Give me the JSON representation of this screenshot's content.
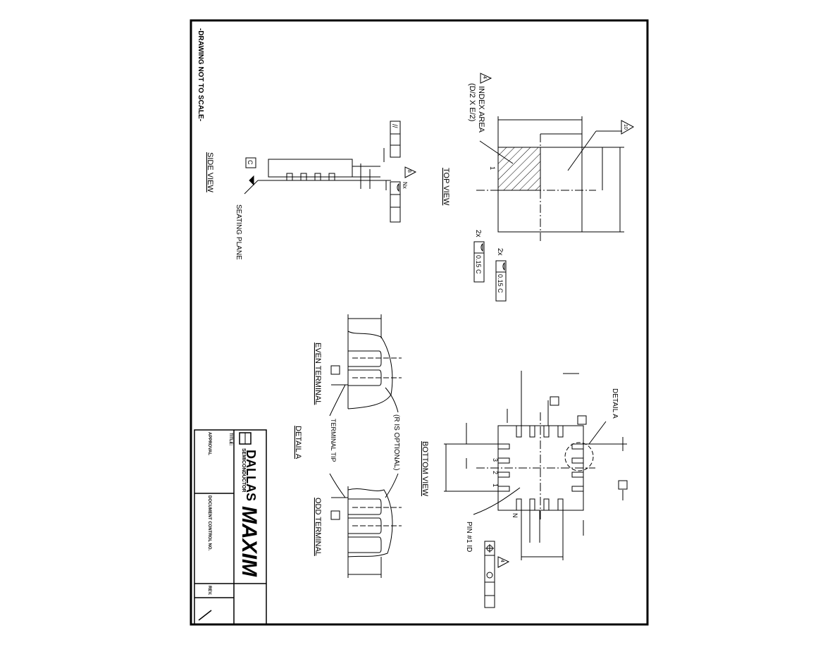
{
  "notes": {
    "scale_note": "-DRAWING NOT TO SCALE-"
  },
  "views": {
    "top": "TOP VIEW",
    "side": "SIDE VIEW",
    "bottom": "BOTTOM VIEW",
    "detail": "DETAIL A"
  },
  "top_view": {
    "index_note_flag": "4",
    "index_area_label": "INDEX AREA",
    "index_area_formula": "(D/2 X E/2)",
    "flag_10": "10",
    "pin1_label": "1",
    "tol_1_count": "2x",
    "tol_1_value": "0.15 C",
    "tol_2_count": "2x",
    "tol_2_value": "0.15 C"
  },
  "side_view": {
    "datum_c": "C",
    "seating_plane": "SEATING PLANE",
    "flag_8": "8",
    "nx": "Nx",
    "parallel_symbol": "//"
  },
  "bottom_view": {
    "detail_a_callout": "DETAIL A",
    "pin1_id": "PIN #1 ID",
    "flag_4": "4",
    "pin_n": "N",
    "pin_numbers": [
      "3",
      "2",
      "1"
    ]
  },
  "detail_a": {
    "even_terminal": "EVEN TERMINAL",
    "odd_terminal": "ODD TERMINAL",
    "terminal_tip": "TERMINAL TIP",
    "r_optional": "(R IS OPTIONAL)"
  },
  "title_block": {
    "company_1": "DALLAS",
    "company_1_sub": "SEMICONDUCTOR",
    "company_2": "MAXIM",
    "title_label": "TITLE:",
    "approval_label": "APPROVAL",
    "doc_control_label": "DOCUMENT CONTROL NO.",
    "rev_label": "REV."
  }
}
